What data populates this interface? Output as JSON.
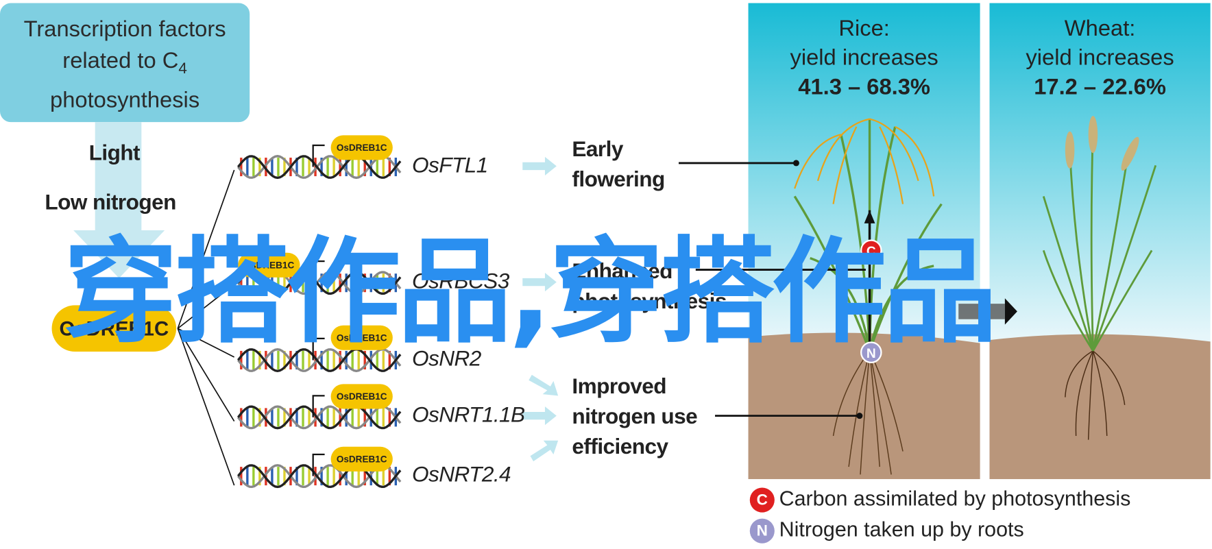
{
  "tf_box": {
    "line1": "Transcription factors",
    "line2": "related to C",
    "sub": "4",
    "line3": "photosynthesis"
  },
  "conditions": {
    "light": "Light",
    "low_nitrogen": "Low nitrogen"
  },
  "main_factor": "OsDREB1C",
  "genes": [
    {
      "pill": "OsDREB1C",
      "name": "OsFTL1"
    },
    {
      "pill": "OsDREB1C",
      "name": "OsRBCS3"
    },
    {
      "pill": "OsDREB1C",
      "name": "OsNR2"
    },
    {
      "pill": "OsDREB1C",
      "name": "OsNRT1.1B"
    },
    {
      "pill": "OsDREB1C",
      "name": "OsNRT2.4"
    }
  ],
  "outcomes": {
    "early": [
      "Early",
      "flowering"
    ],
    "photo": [
      "Enhanced",
      "photosynthesis"
    ],
    "nitrogen": [
      "Improved",
      "nitrogen use",
      "efficiency"
    ]
  },
  "rice": {
    "title": "Rice:",
    "sub": "yield increases",
    "range": "41.3 – 68.3%"
  },
  "wheat": {
    "title": "Wheat:",
    "sub": "yield increases",
    "range": "17.2 – 22.6%"
  },
  "legend": [
    {
      "letter": "C",
      "label": "Carbon assimilated by photosynthesis",
      "color": "#e02020"
    },
    {
      "letter": "N",
      "label": "Nitrogen taken up by roots",
      "color": "#9a98cc"
    }
  ],
  "watermark": "穿搭作品,穿搭作品",
  "colors": {
    "box": "#7fcfe1",
    "pill": "#f5c400",
    "sky": "#1bbcd6",
    "soil": "#b9967b",
    "watermark": "#2a8ff0"
  }
}
